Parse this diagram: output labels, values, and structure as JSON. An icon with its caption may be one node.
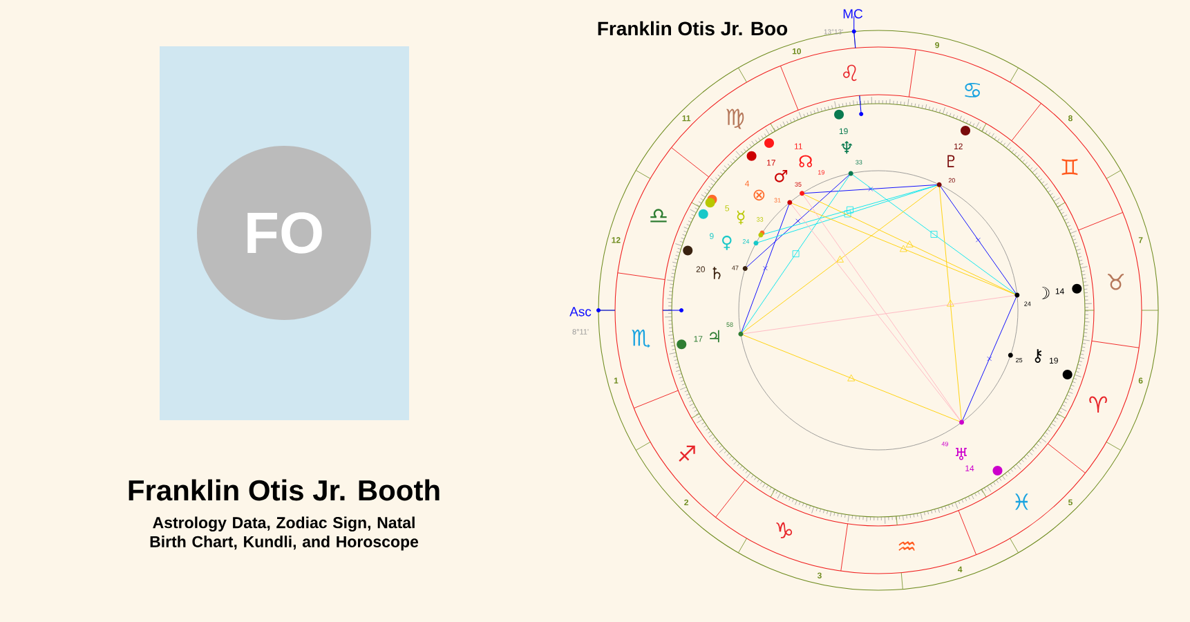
{
  "diagram": {
    "title": "Franklin Otis Jr. Booth",
    "labels": [
      "FO",
      "Astrology Data, Zodiac Sign, Natal Birth Chart, Kundli, and Horoscope",
      "Franklin Otis Jr. Boo",
      "MC",
      "13°13'",
      "Asc",
      "8°11'",
      "1",
      "2",
      "3",
      "4",
      "5",
      "6",
      "7",
      "8",
      "9",
      "10",
      "11",
      "12",
      "♈",
      "♉",
      "♊",
      "♋",
      "♌",
      "♍",
      "♎",
      "♏",
      "♐",
      "♑",
      "♒",
      "♓",
      "♆",
      "19",
      "33",
      "♇",
      "12",
      "20",
      "☊",
      "11",
      "19",
      "♂",
      "17",
      "35",
      "⊗",
      "4",
      "31",
      "☿",
      "5",
      "33",
      "♀",
      "9",
      "24",
      "♄",
      "20",
      "47",
      "♃",
      "17",
      "58",
      "☽",
      "14",
      "24",
      "⚷",
      "19",
      "25",
      "♅",
      "14",
      "49"
    ]
  }
}
